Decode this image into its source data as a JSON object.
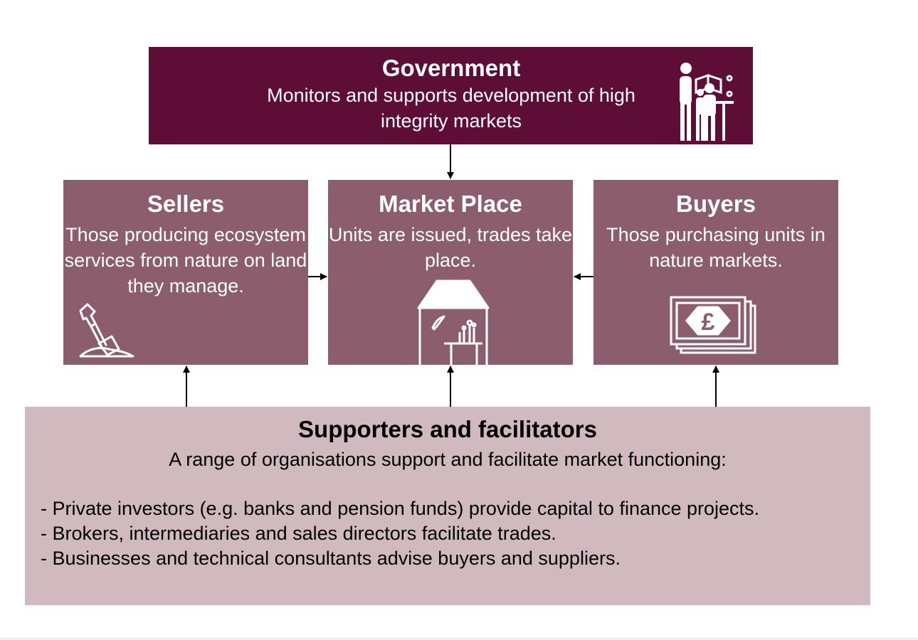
{
  "government": {
    "title": "Government",
    "description": "Monitors and supports development of high integrity markets"
  },
  "sellers": {
    "title": "Sellers",
    "description": "Those producing ecosystem services from nature on land they manage."
  },
  "market_place": {
    "title": "Market Place",
    "description": "Units are issued, trades take place."
  },
  "buyers": {
    "title": "Buyers",
    "description": "Those purchasing units in nature markets."
  },
  "supporters": {
    "title": "Supporters and facilitators",
    "description": "A range of organisations support and facilitate market functioning:",
    "items": [
      "- Private investors (e.g. banks and pension funds) provide capital to finance projects.",
      "- Brokers, intermediaries and sales directors facilitate trades.",
      "- Businesses and technical consultants advise buyers and suppliers."
    ]
  },
  "icons": {
    "government": "family-reading-icon",
    "sellers": "shovel-icon",
    "market_place": "market-stall-icon",
    "buyers": "pound-banknotes-icon"
  },
  "colors": {
    "government": "#5e0d37",
    "actors": "#8c5e6d",
    "supporters": "#d0babf"
  }
}
